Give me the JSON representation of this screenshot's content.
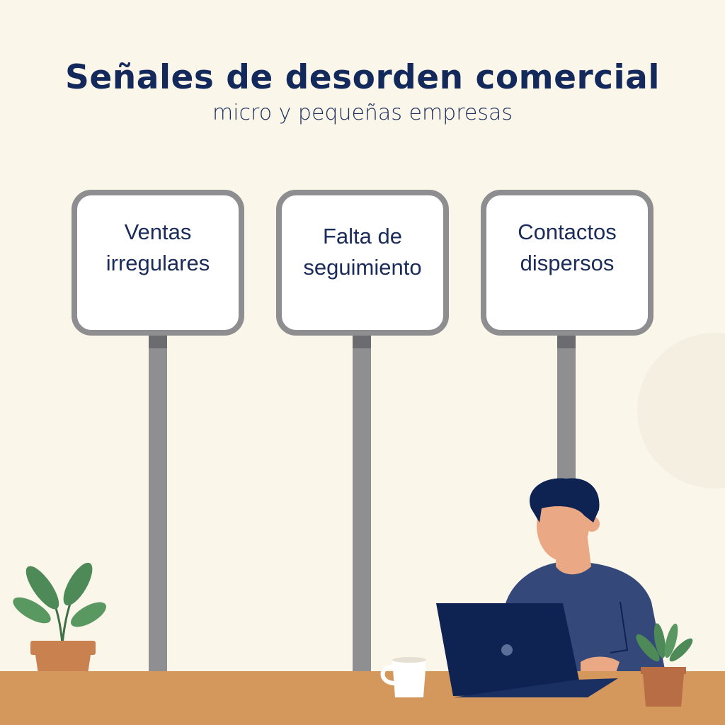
{
  "header": {
    "title": "Señales de desorden comercial",
    "subtitle": "micro y pequeñas empresas"
  },
  "signs": [
    {
      "line1": "Ventas",
      "line2": "irregulares"
    },
    {
      "line1": "Falta de",
      "line2": "seguimiento"
    },
    {
      "line1": "Contactos",
      "line2": "dispersos"
    }
  ],
  "colors": {
    "background": "#fbf6ea",
    "title": "#13295b",
    "sign_border": "#8e8e90",
    "pole": "#8f8f92",
    "table": "#d4975c",
    "shirt": "#34497a",
    "laptop": "#0e2352",
    "skin": "#eba884",
    "leaf": "#4e8a57",
    "pot": "#c98150"
  }
}
